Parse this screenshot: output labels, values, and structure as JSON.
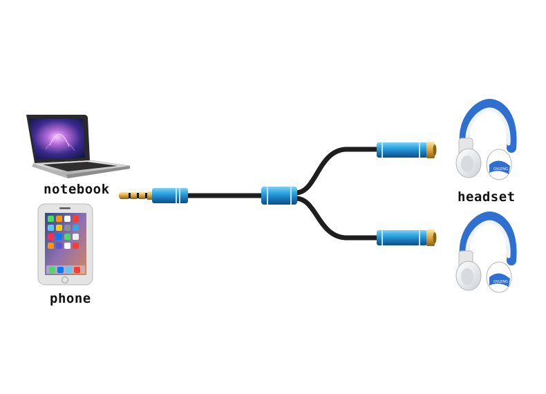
{
  "labels": {
    "notebook": "notebook",
    "phone": "phone",
    "headset": "headset"
  },
  "colors": {
    "background": "#ffffff",
    "cable": "#1e1e1e",
    "connector_blue": "#1f96d2",
    "gold": "#d9a53a",
    "headphone_blue": "#2f6fd0",
    "headphone_white": "#f2f2f2"
  },
  "icons": [
    "laptop-icon",
    "smartphone-icon",
    "headphones-icon",
    "audio-splitter-cable"
  ]
}
